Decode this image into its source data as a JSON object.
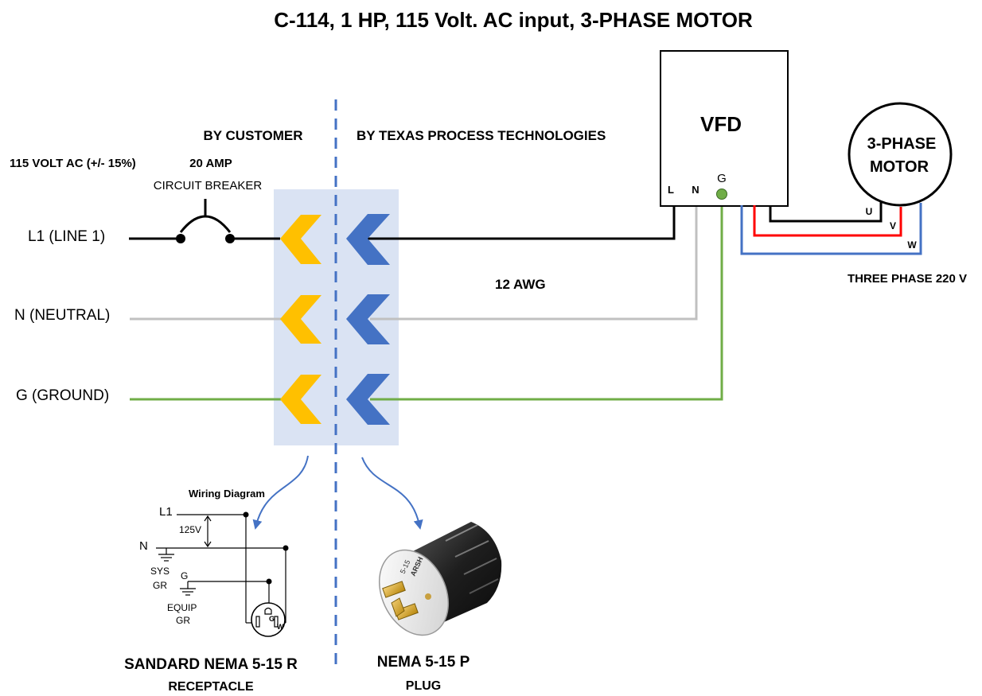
{
  "title": "C-114, 1 HP, 115 Volt. AC input, 3-PHASE MOTOR",
  "zones": {
    "customer": "BY CUSTOMER",
    "vendor": "BY TEXAS PROCESS TECHNOLOGIES"
  },
  "supply": {
    "voltage": "115 VOLT AC (+/- 15%)",
    "breaker_rating": "20 AMP",
    "breaker_label": "CIRCUIT BREAKER"
  },
  "lines": {
    "l1": "L1 (LINE 1)",
    "neutral": "N (NEUTRAL)",
    "ground": "G (GROUND)"
  },
  "wire_gauge": "12 AWG",
  "vfd": {
    "label": "VFD",
    "terminal_l": "L",
    "terminal_n": "N",
    "terminal_g": "G"
  },
  "motor": {
    "label_line1": "3-PHASE",
    "label_line2": "MOTOR",
    "terminal_u": "U",
    "terminal_v": "V",
    "terminal_w": "W",
    "phase_note": "THREE PHASE 220 V"
  },
  "receptacle_diagram": {
    "heading": "Wiring Diagram",
    "l1": "L1",
    "voltage": "125V",
    "n": "N",
    "sys": "SYS",
    "gr1": "GR",
    "g": "G",
    "equip": "EQUIP",
    "gr2": "GR",
    "pin_g": "G",
    "pin_w": "W"
  },
  "receptacle_caption": {
    "line1": "SANDARD NEMA 5-15 R",
    "line2": "RECEPTACLE"
  },
  "plug_caption": {
    "line1": "NEMA 5-15 P",
    "line2": "PLUG"
  },
  "plug_markings": {
    "brand": "ARSH",
    "rating": "5-15"
  },
  "colors": {
    "line_black": "#000000",
    "neutral_gray": "#c0c0c0",
    "ground_green": "#70ad47",
    "phase_red": "#ff0000",
    "phase_blue": "#4472c4",
    "customer_chevron": "#ffc000",
    "vendor_chevron": "#4472c4",
    "connector_panel": "#dae3f3",
    "divider": "#4472c4"
  }
}
